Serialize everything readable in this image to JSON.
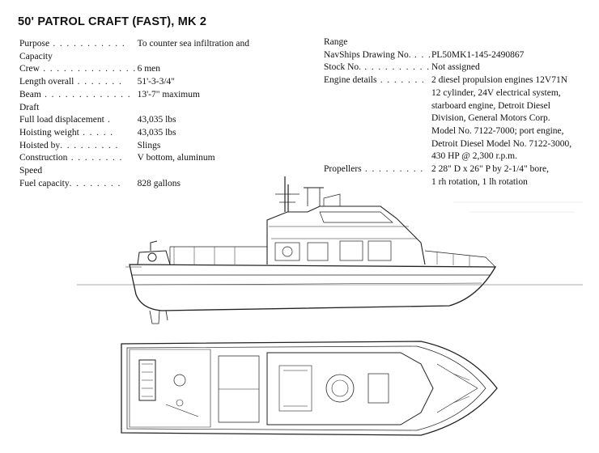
{
  "title": "50' PATROL CRAFT (FAST), MK 2",
  "specs_left": [
    {
      "label": "Purpose",
      "leader": " . . . . . . . . . . .",
      "value": "To counter sea infiltration and"
    },
    {
      "label": "Capacity",
      "leader": "",
      "value": ""
    },
    {
      "label": "Crew",
      "leader": " . . . . . . . . . . . . . .",
      "value": "6 men"
    },
    {
      "label": "Length overall",
      "leader": " . . . . . . .",
      "value": "51'-3-3/4\""
    },
    {
      "label": "Beam",
      "leader": " . . . . . . . . . . . . .",
      "value": "13'-7\" maximum"
    },
    {
      "label": "Draft",
      "leader": "",
      "value": ""
    },
    {
      "label": "Full load displacement",
      "leader": " .",
      "value": "43,035 lbs"
    },
    {
      "label": "Hoisting weight",
      "leader": " . . . . .",
      "value": "43,035 lbs"
    },
    {
      "label": "Hoisted by",
      "leader": ". . . . . . . . .",
      "value": "Slings"
    },
    {
      "label": "Construction",
      "leader": " . . . . . . . .",
      "value": "V bottom, aluminum"
    },
    {
      "label": "Speed",
      "leader": "",
      "value": ""
    },
    {
      "label": "Fuel capacity",
      "leader": ". . . . . . . .",
      "value": "828 gallons"
    }
  ],
  "specs_right": [
    {
      "label": "Range",
      "leader": "",
      "lines": [
        ""
      ]
    },
    {
      "label": "NavShips Drawing No.",
      "leader": " . . .",
      "lines": [
        "PL50MK1-145-2490867"
      ]
    },
    {
      "label": "Stock No.",
      "leader": " . . . . . . . . . .",
      "lines": [
        "Not assigned"
      ]
    },
    {
      "label": "Engine details",
      "leader": " . . . . . . .",
      "lines": [
        "2 diesel propulsion engines 12V71N",
        "12 cylinder, 24V electrical system,",
        "starboard engine, Detroit Diesel",
        "Division, General Motors Corp.",
        "Model No. 7122-7000; port engine,",
        "Detroit Diesel Model No. 7122-3000,",
        "430 HP @ 2,300 r.p.m."
      ]
    },
    {
      "label": "Propellers",
      "leader": " . . . . . . . . .",
      "lines": [
        "2 28\" D x 26\" P by 2-1/4\" bore,",
        "1 rh rotation, 1 lh rotation"
      ]
    }
  ],
  "drawings": {
    "profile": "side-elevation-drawing",
    "plan": "deck-plan-drawing"
  }
}
